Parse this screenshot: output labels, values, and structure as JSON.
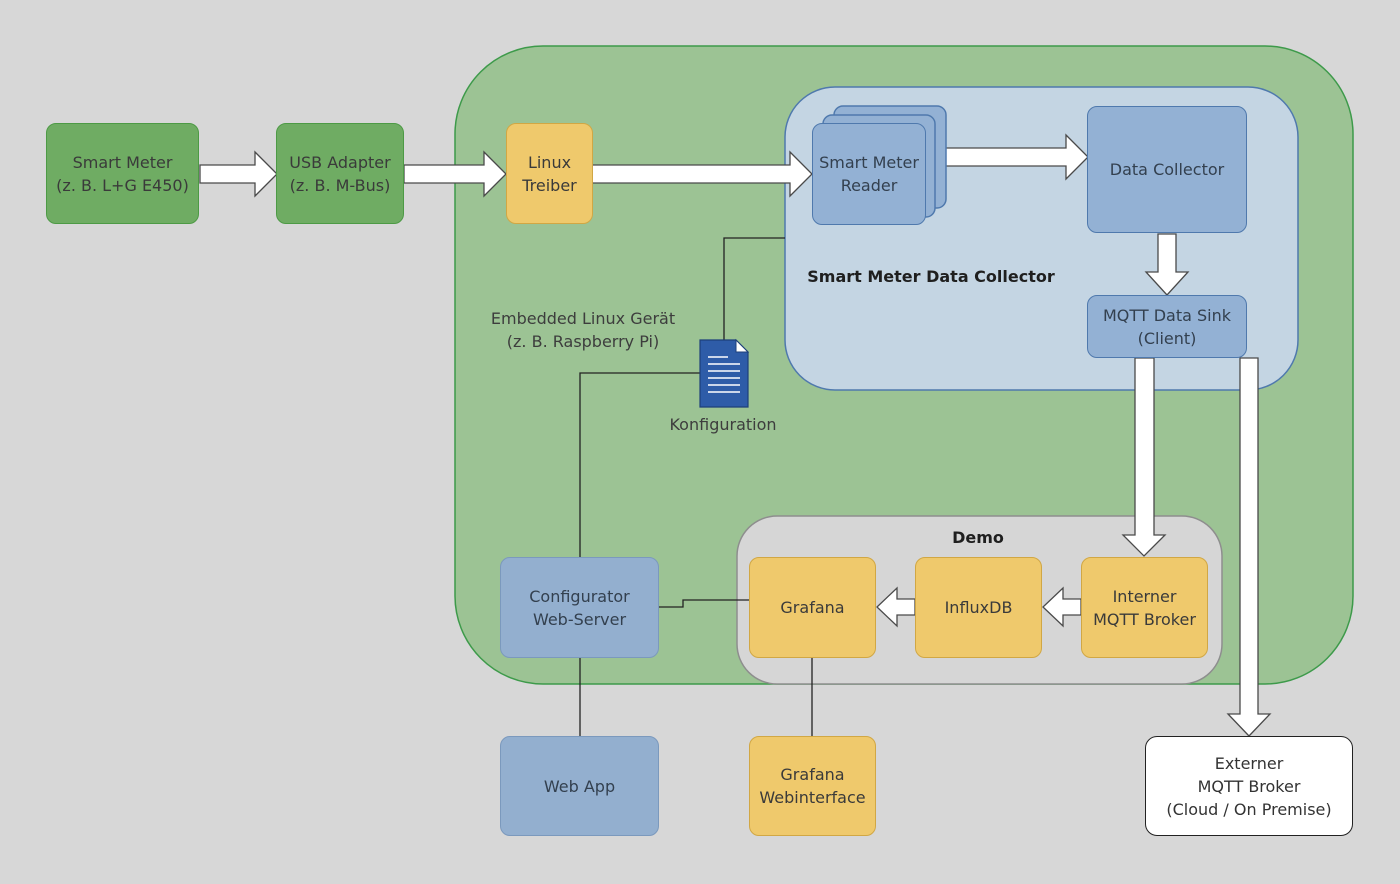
{
  "colors": {
    "background": "#d7d7d7",
    "device_green": "#9cc394",
    "collector_blue": "#c4d5e3",
    "demo_gray": "#d6d6d6",
    "node_green": "#6fac63",
    "node_yellow": "#efc96c",
    "node_blue": "#93b1d4",
    "doc_blue": "#2e5ca8"
  },
  "labels": {
    "device": [
      "Embedded Linux Gerät",
      "(z. B. Raspberry Pi)"
    ],
    "collector": "Smart Meter Data Collector",
    "demo": "Demo",
    "config_file": "Konfiguration"
  },
  "icons": {
    "config_file": "document-icon"
  },
  "nodes": {
    "smart_meter": [
      "Smart Meter",
      "(z. B. L+G E450)"
    ],
    "usb_adapter": [
      "USB Adapter",
      "(z. B. M-Bus)"
    ],
    "linux_driver": [
      "Linux",
      "Treiber"
    ],
    "reader": [
      "Smart Meter",
      "Reader"
    ],
    "data_collector": [
      "Data Collector"
    ],
    "mqtt_sink": [
      "MQTT Data Sink",
      "(Client)"
    ],
    "internal_broker": [
      "Interner",
      "MQTT Broker"
    ],
    "influxdb": [
      "InfluxDB"
    ],
    "grafana": [
      "Grafana"
    ],
    "configurator": [
      "Configurator",
      "Web-Server"
    ],
    "web_app": [
      "Web App"
    ],
    "grafana_web": [
      "Grafana",
      "Webinterface"
    ],
    "external_broker": [
      "Externer",
      "MQTT Broker",
      "(Cloud / On Premise)"
    ]
  }
}
